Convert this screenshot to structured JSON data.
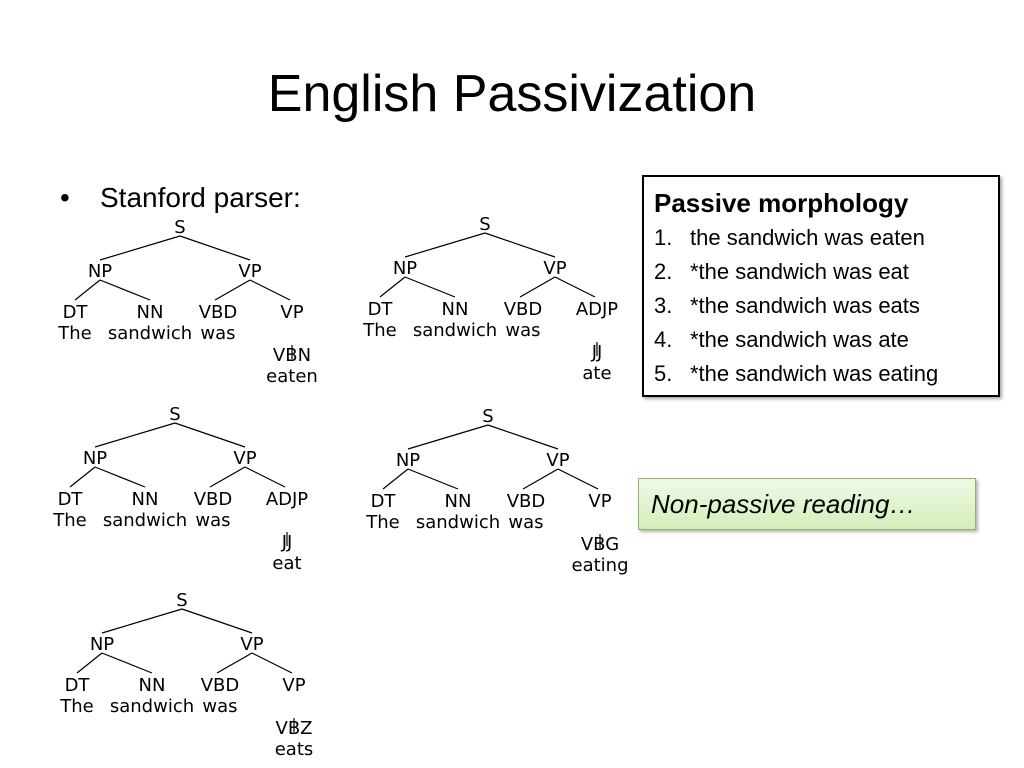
{
  "title": "English Passivization",
  "bullet": "Stanford parser:",
  "morphology_box": {
    "heading": "Passive morphology",
    "items": [
      {
        "num": "1.",
        "text": "the sandwich was eaten"
      },
      {
        "num": "2.",
        "text": "*the sandwich was eat"
      },
      {
        "num": "3.",
        "text": "*the sandwich was eats"
      },
      {
        "num": "4.",
        "text": "*the sandwich was ate"
      },
      {
        "num": "5.",
        "text": "*the sandwich was eating"
      }
    ]
  },
  "note": "Non-passive reading…",
  "trees": [
    {
      "id": "eaten",
      "root": "S",
      "np": "NP",
      "vp": "VP",
      "dt": "DT",
      "dt_word": "The",
      "nn": "NN",
      "nn_word": "sandwich",
      "vbd": "VBD",
      "vbd_word": "was",
      "comp": "VP",
      "pos": "VBN",
      "word": "eaten"
    },
    {
      "id": "ate",
      "root": "S",
      "np": "NP",
      "vp": "VP",
      "dt": "DT",
      "dt_word": "The",
      "nn": "NN",
      "nn_word": "sandwich",
      "vbd": "VBD",
      "vbd_word": "was",
      "comp": "ADJP",
      "pos": "JJ",
      "word": "ate"
    },
    {
      "id": "eat",
      "root": "S",
      "np": "NP",
      "vp": "VP",
      "dt": "DT",
      "dt_word": "The",
      "nn": "NN",
      "nn_word": "sandwich",
      "vbd": "VBD",
      "vbd_word": "was",
      "comp": "ADJP",
      "pos": "JJ",
      "word": "eat"
    },
    {
      "id": "eating",
      "root": "S",
      "np": "NP",
      "vp": "VP",
      "dt": "DT",
      "dt_word": "The",
      "nn": "NN",
      "nn_word": "sandwich",
      "vbd": "VBD",
      "vbd_word": "was",
      "comp": "VP",
      "pos": "VBG",
      "word": "eating"
    },
    {
      "id": "eats",
      "root": "S",
      "np": "NP",
      "vp": "VP",
      "dt": "DT",
      "dt_word": "The",
      "nn": "NN",
      "nn_word": "sandwich",
      "vbd": "VBD",
      "vbd_word": "was",
      "comp": "VP",
      "pos": "VBZ",
      "word": "eats"
    }
  ]
}
